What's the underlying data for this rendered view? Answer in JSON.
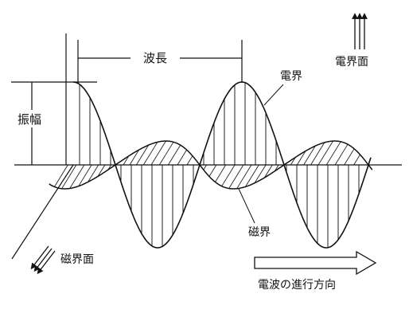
{
  "labels": {
    "wavelength": "波長",
    "amplitude": "振幅",
    "electric_field": "電界",
    "magnetic_field": "磁界",
    "electric_plane": "電界面",
    "magnetic_plane": "磁界面",
    "propagation": "電波の進行方向"
  }
}
